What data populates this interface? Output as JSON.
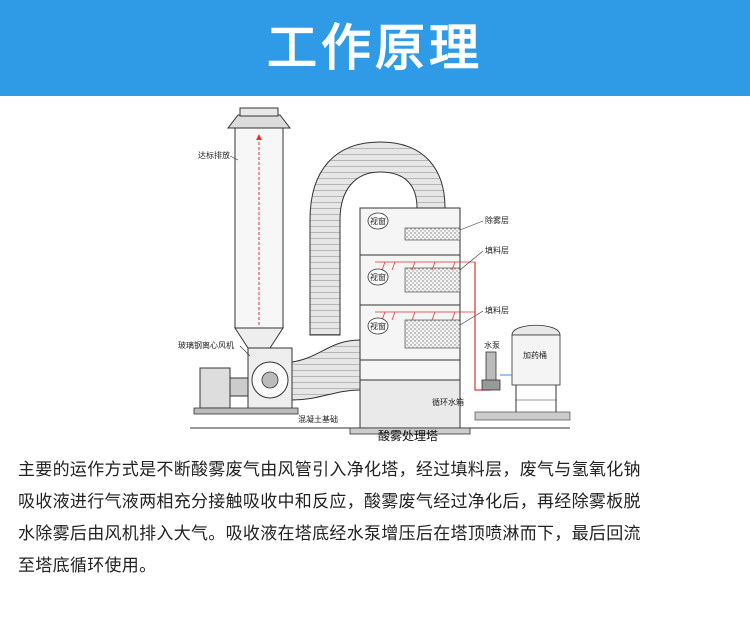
{
  "header": {
    "title": "工作原理",
    "color": "#2f9be6"
  },
  "diagram": {
    "labels": {
      "exhaust": "达标排放",
      "fan": "玻璃钢离心风机",
      "foundation": "混凝土基础",
      "demister": "除雾层",
      "packing1": "填料层",
      "packing2": "填料层",
      "window1": "视窗",
      "window2": "视窗",
      "window3": "视窗",
      "pump": "水泵",
      "tank": "加药桶",
      "circulation": "循环水箱",
      "tower_name": "酸雾处理塔"
    }
  },
  "description": {
    "lines": [
      "主要的运作方式是不断酸雾废气由风管引入净化塔，经过填料层，废气与氢氧化钠",
      "吸收液进行气液两相充分接触吸收中和反应，酸雾废气经过净化后，再经除雾板脱",
      "水除雾后由风机排入大气。吸收液在塔底经水泵增压后在塔顶喷淋而下，最后回流",
      "至塔底循环使用。"
    ]
  }
}
